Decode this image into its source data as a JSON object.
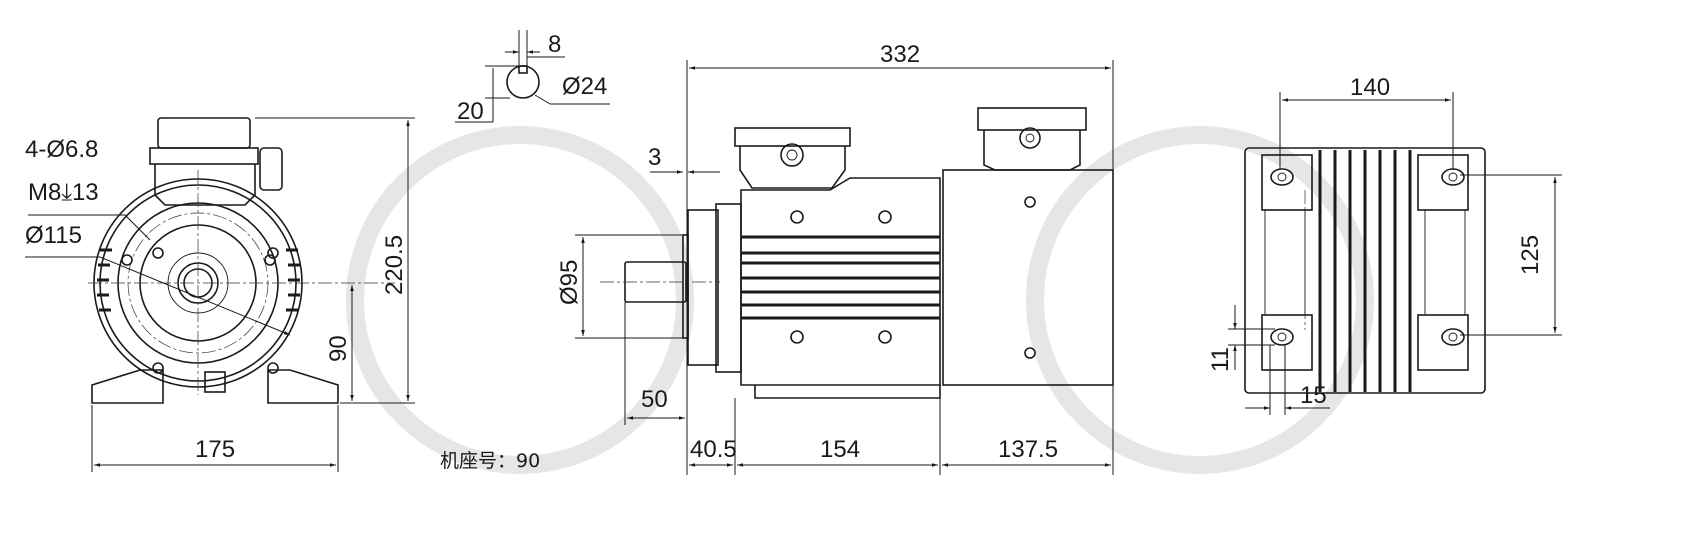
{
  "drawing": {
    "frame_size_label": "机座号：90",
    "front_view": {
      "holes_label": "4-Ø6.8",
      "thread_label": "M8⤓13",
      "pcd_label": "Ø115",
      "height_total": "220.5",
      "shaft_height": "90",
      "foot_width": "175"
    },
    "shaft_detail": {
      "key_width": "8",
      "shaft_diameter": "Ø24",
      "key_depth": "20"
    },
    "side_view": {
      "overall_length": "332",
      "flange_thickness": "3",
      "spigot_diameter": "Ø95",
      "shaft_length": "50",
      "dim_front": "40.5",
      "dim_feet": "154",
      "dim_rear": "137.5"
    },
    "bottom_view": {
      "foot_spacing_width": "140",
      "foot_spacing_length": "125",
      "hole_size": "11",
      "foot_edge": "15"
    },
    "colors": {
      "line": "#1a1a1a",
      "watermark": "#e6e6e6"
    }
  }
}
